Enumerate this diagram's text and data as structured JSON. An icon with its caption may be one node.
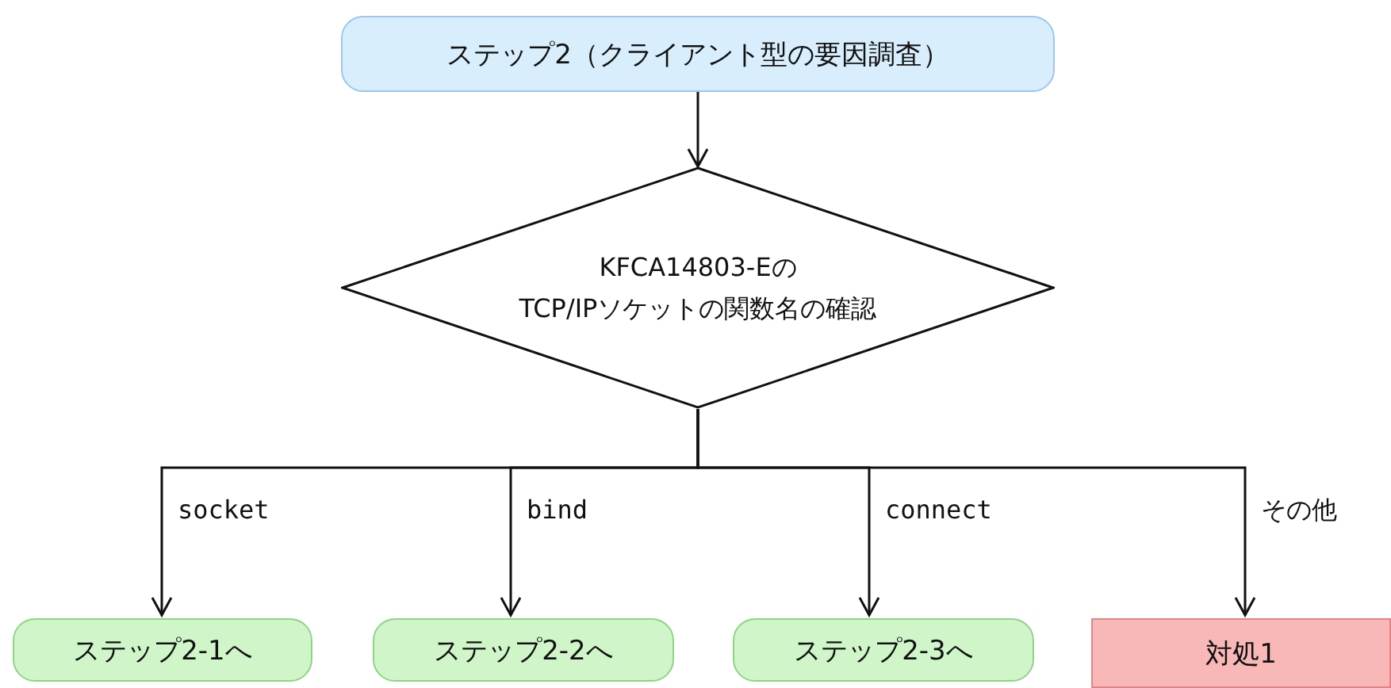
{
  "diagram": {
    "nodes": [
      {
        "text": [
          "ステップ2（クライアント型の要因調査）"
        ]
      },
      {
        "text": [
          "KFCA14803-Eの TCP/IPソケットの関数名の確認"
        ]
      },
      {
        "text": [
          "ステップ2-1へ"
        ]
      },
      {
        "text": [
          "ステップ2-2へ"
        ]
      },
      {
        "text": [
          "ステップ2-3へ"
        ]
      },
      {
        "text": [
          "対処1"
        ]
      }
    ],
    "edges": [
      {
        "from": 0,
        "to": 1,
        "arrow": "to"
      },
      {
        "from": 1,
        "to": 2,
        "arrow": "to",
        "label": "socket"
      },
      {
        "from": 1,
        "to": 3,
        "arrow": "to",
        "label": "bind"
      },
      {
        "from": 1,
        "to": 4,
        "arrow": "to",
        "label": "connect"
      },
      {
        "from": 1,
        "to": 5,
        "arrow": "to",
        "label": "その他"
      }
    ]
  }
}
